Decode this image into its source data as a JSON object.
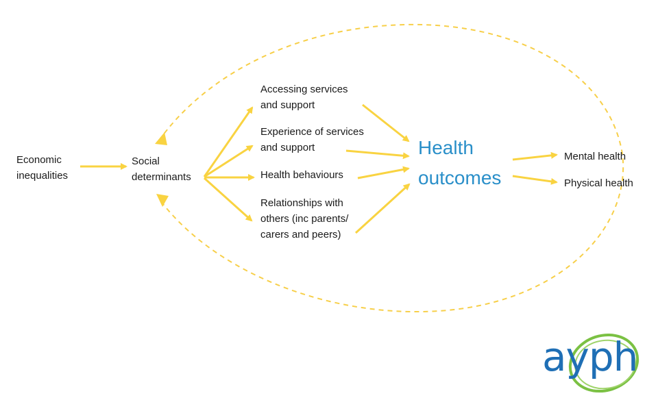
{
  "nodes": {
    "economic": {
      "line1": "Economic",
      "line2": "inequalities"
    },
    "social": {
      "line1": "Social",
      "line2": "determinants"
    },
    "accessing": {
      "line1": "Accessing services",
      "line2": "and support"
    },
    "experience": {
      "line1": "Experience of services",
      "line2": "and support"
    },
    "behaviours": {
      "line1": "Health behaviours"
    },
    "relationships": {
      "line1": "Relationships with",
      "line2": "others (inc parents/",
      "line3": "carers and peers)"
    },
    "outcomes": {
      "line1": "Health",
      "line2": "outcomes"
    },
    "mental": {
      "line1": "Mental health"
    },
    "physical": {
      "line1": "Physical health"
    }
  },
  "logo": {
    "text": "ayph"
  },
  "colors": {
    "arrow": "#f9d341",
    "dashed_loop": "#f7cf49",
    "outcomes_text": "#2a8fc9",
    "logo_blue": "#1f6fb5",
    "logo_green": "#7bc143"
  }
}
